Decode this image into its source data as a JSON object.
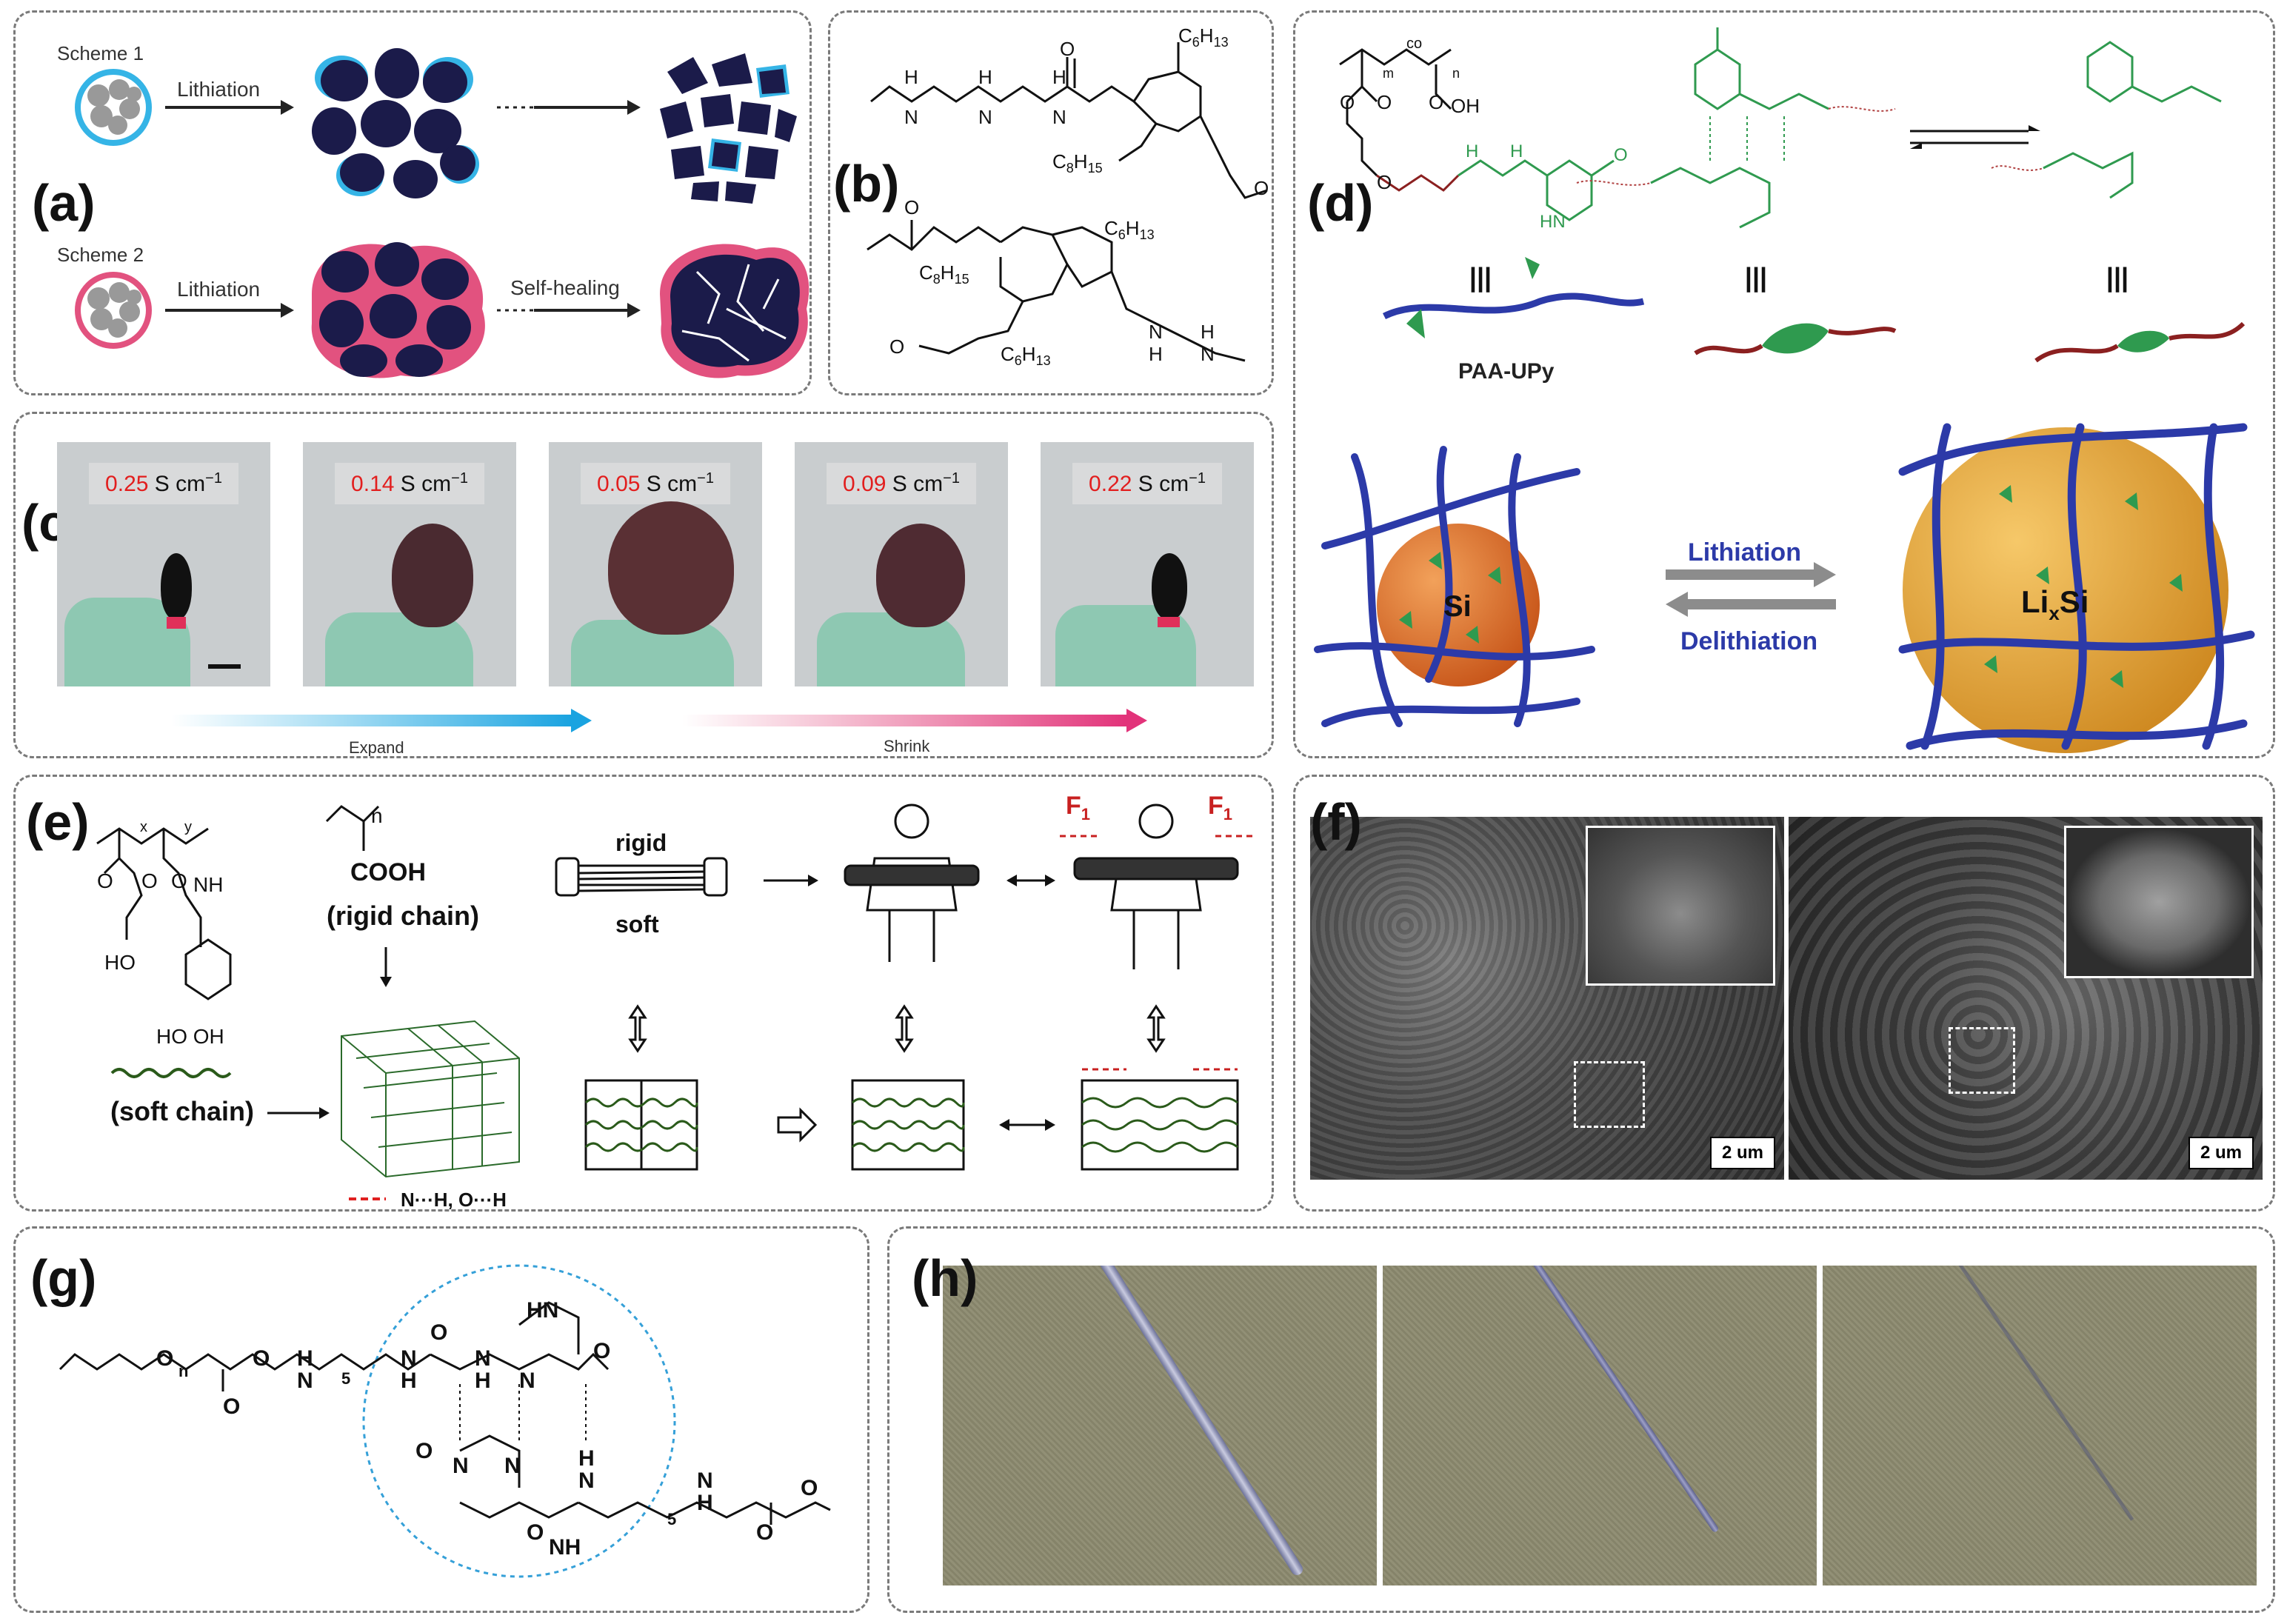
{
  "panels": {
    "a": {
      "label": "(a)",
      "scheme1": "Scheme 1",
      "scheme2": "Scheme 2",
      "lithiation1": "Lithiation",
      "lithiation2": "Lithiation",
      "self_healing": "Self-healing"
    },
    "b": {
      "label": "(b)"
    },
    "c": {
      "label": "(c)",
      "conductivities": [
        "0.25",
        "0.14",
        "0.05",
        "0.09",
        "0.22"
      ],
      "unit": "S cm",
      "unit_exp": "−1",
      "expand": "Expand",
      "shrink": "Shrink"
    },
    "d": {
      "label": "(d)",
      "paa_upy": "PAA-UPy",
      "lithiation": "Lithiation",
      "delithiation": "Delithiation",
      "si": "Si",
      "lixsi_a": "Li",
      "lixsi_b": "x",
      "lixsi_c": "Si",
      "equiv": "|||"
    },
    "e": {
      "label": "(e)",
      "rigid": "rigid",
      "soft": "soft",
      "rigid_chain": "(rigid chain)",
      "soft_chain": "(soft chain)",
      "cooh": "COOH",
      "ho": "HO",
      "hoho": "HO  OH",
      "nh": "NH",
      "hbond_legend": "N···H, O···H",
      "f1a": "F",
      "f1b": "F",
      "f_sub": "1"
    },
    "f": {
      "label": "(f)",
      "scale_left": "2 um",
      "scale_right": "2 um"
    },
    "g": {
      "label": "(g)"
    },
    "h": {
      "label": "(h)"
    }
  },
  "colors": {
    "particle": "#1b1b4a",
    "sei_blue": "#35b4e6",
    "binder_pink": "#e2527f",
    "upy_green": "#2f9a4f",
    "polymer_blue": "#2c3aa8",
    "linker_red": "#8b2020",
    "si_orange": "#e0791e",
    "lixsi_gold": "#e3a12d",
    "glove": "#8ec8b2"
  }
}
